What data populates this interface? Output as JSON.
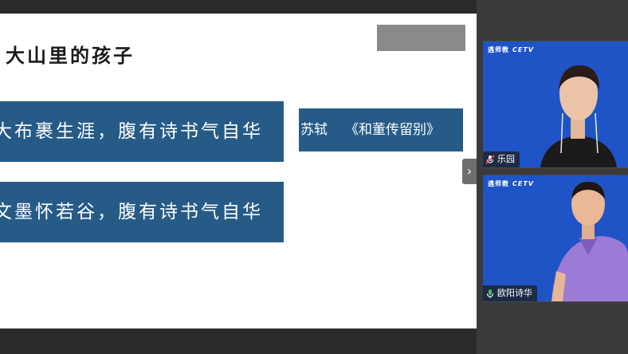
{
  "slide": {
    "title": "大山里的孩子",
    "quotes": [
      "大布裹生涯，腹有诗书气自华",
      "文墨怀若谷，腹有诗书气自华"
    ],
    "source": {
      "author": "苏轼",
      "work": "《和董传留别》"
    }
  },
  "video_panel": {
    "participants": [
      {
        "name": "乐园",
        "mic_state": "muted",
        "logo": [
          "遇师教",
          "CETV"
        ]
      },
      {
        "name": "欧阳诗华",
        "mic_state": "active",
        "logo": [
          "遇师教",
          "CETV"
        ]
      }
    ]
  },
  "colors": {
    "quote_box": "#265b87",
    "video_bg": "#1f54c6",
    "mic_muted": "#ff4d4f",
    "mic_active": "#33c45a"
  },
  "icons": {
    "collapse_handle": "chevron-right-icon"
  }
}
